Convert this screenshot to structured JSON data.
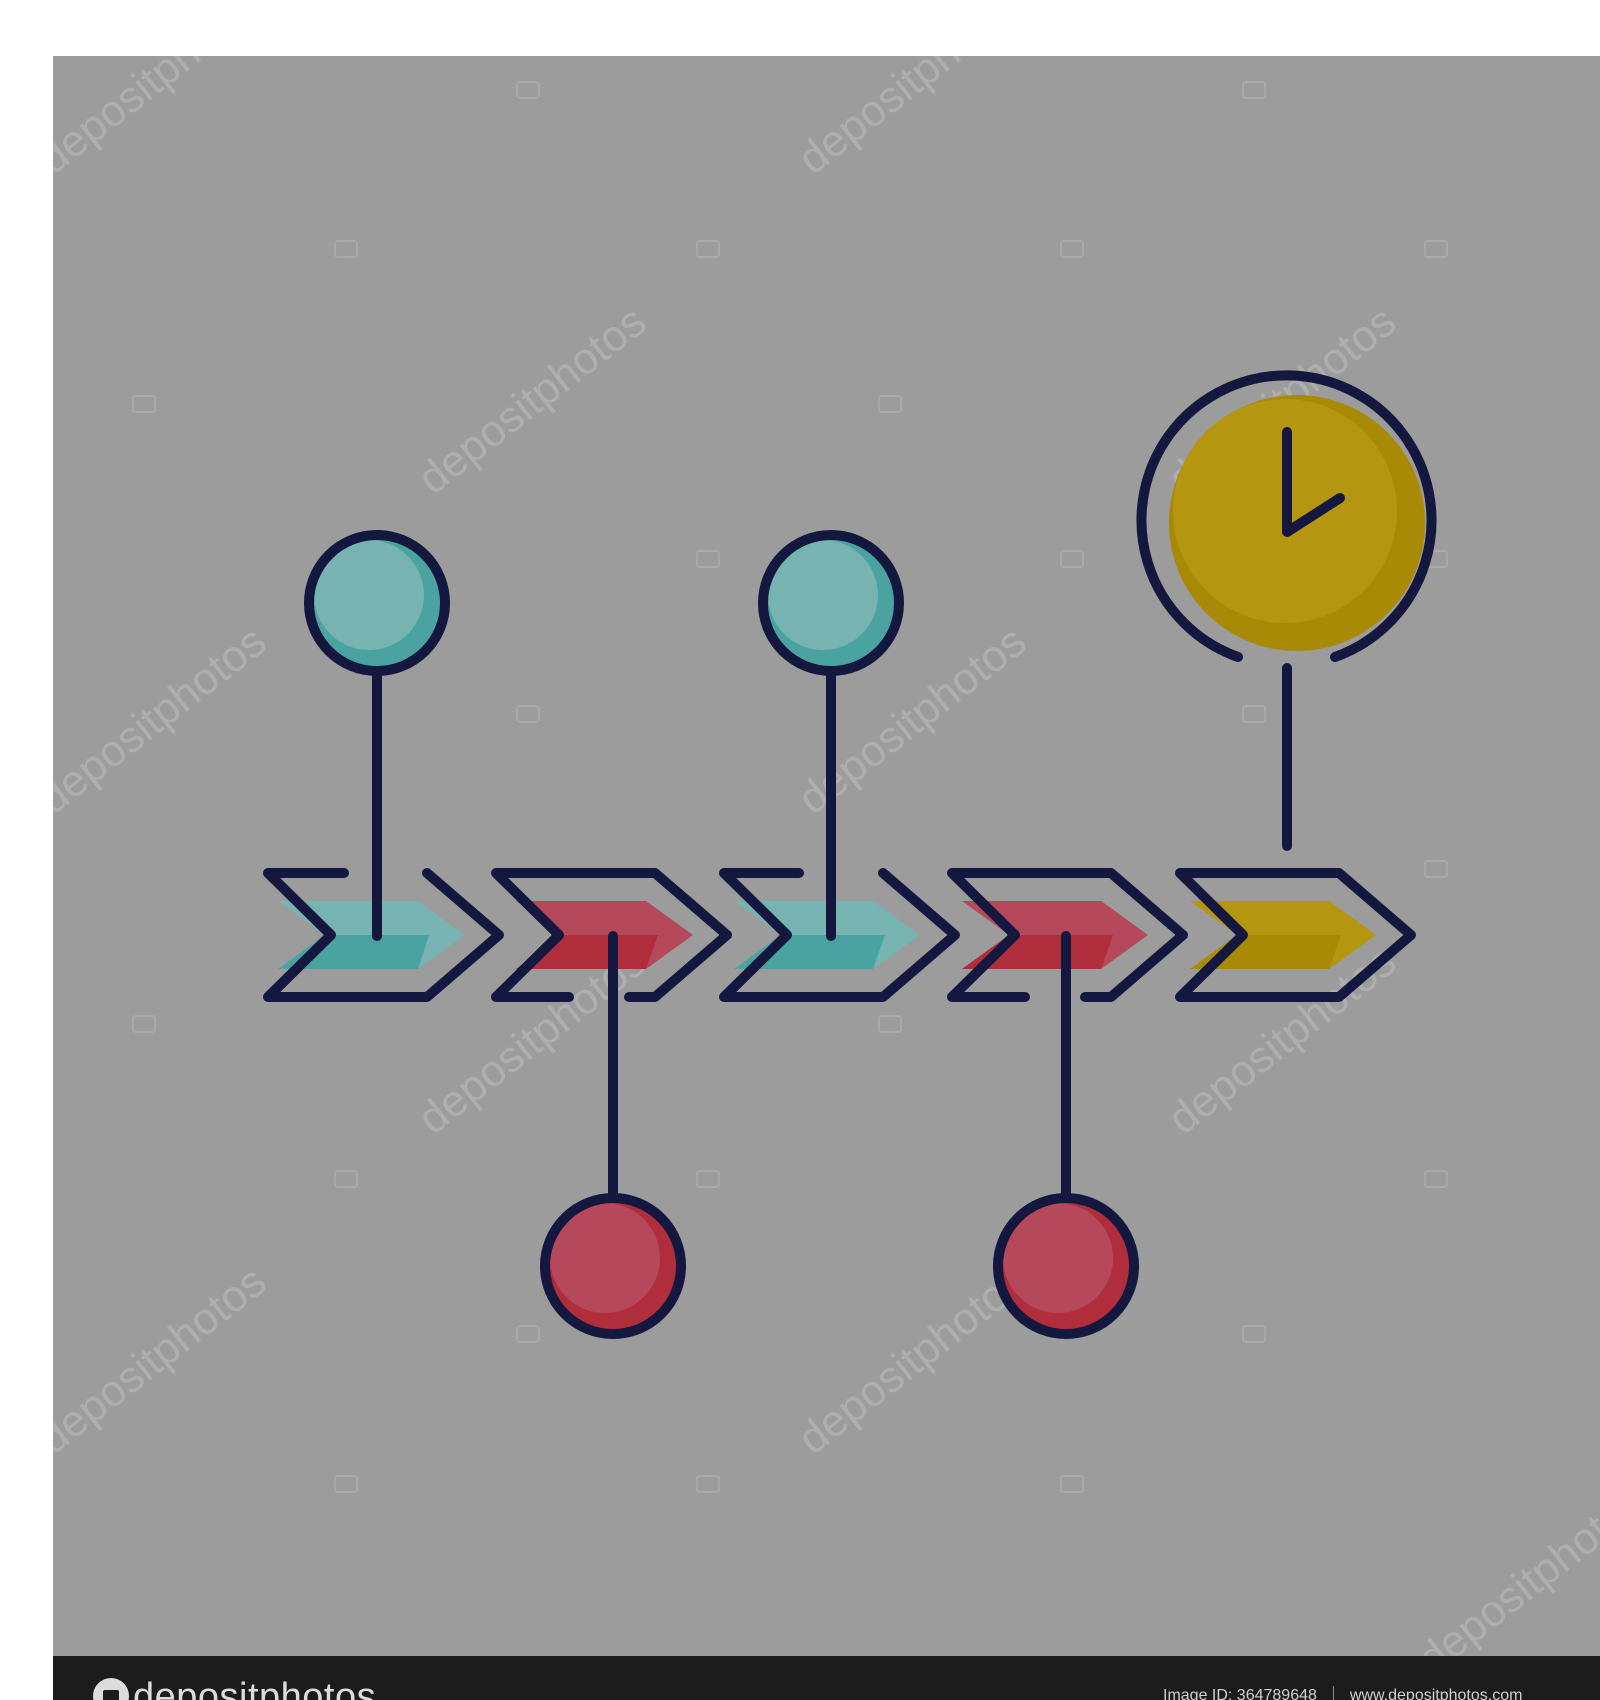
{
  "diagram": {
    "watermark_text": "depositphotos",
    "colors": {
      "background": "#9c9c9c",
      "outline": "#14183f",
      "teal": "#4aa3a0",
      "teal_light": "#77b3b0",
      "red": "#b02d3c",
      "red_light": "#b5485a",
      "yellow": "#a88a06",
      "yellow_light": "#b49610"
    }
  },
  "footer": {
    "brand": "depositphotos",
    "image_id": "Image ID: 364789648",
    "site": "www.depositphotos.com"
  }
}
